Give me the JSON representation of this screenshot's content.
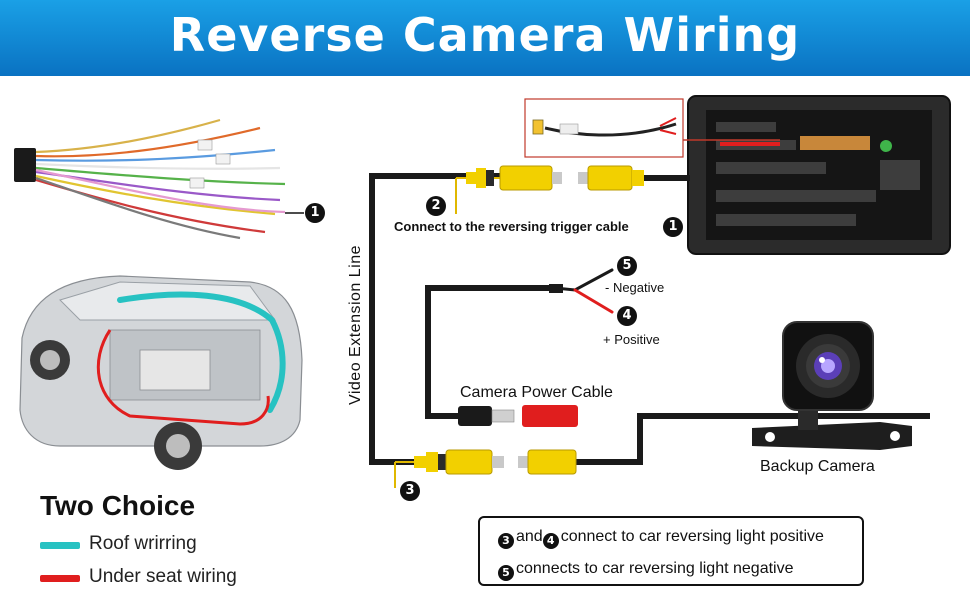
{
  "header": {
    "title": "Reverse Camera Wiring"
  },
  "labels": {
    "video_extension_line": "Video Extension Line",
    "trigger_cable": "Connect to the reversing trigger cable",
    "negative": "- Negative",
    "positive": "+ Positive",
    "camera_power_cable": "Camera Power Cable",
    "backup_camera": "Backup Camera"
  },
  "markers": {
    "m1": "1",
    "m2": "2",
    "m3": "3",
    "m4": "4",
    "m5": "5"
  },
  "legend": {
    "title": "Two Choice",
    "items": [
      {
        "label": "Roof wrirring",
        "color": "#27c2c2"
      },
      {
        "label": "Under seat wiring",
        "color": "#e01e1e"
      }
    ]
  },
  "notes": {
    "line1_a": "3",
    "line1_and": "and",
    "line1_b": "4",
    "line1_text": "connect to car reversing light positive",
    "line2_a": "5",
    "line2_text": "connects to car reversing light negative"
  },
  "colors": {
    "banner": "#0a72c2",
    "rca_yellow": "#f2d000",
    "wire_red": "#e01e1e",
    "roof": "#27c2c2"
  }
}
